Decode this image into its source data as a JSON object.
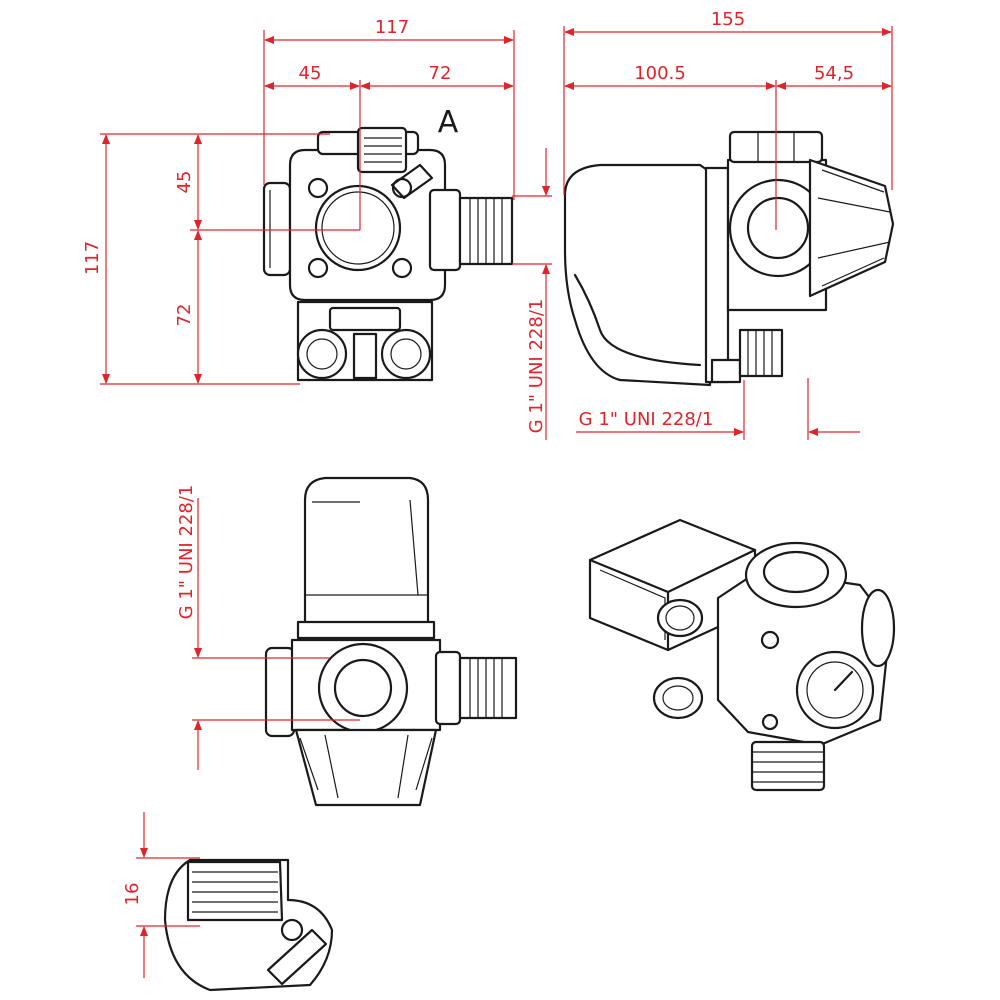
{
  "dimensions": {
    "top_width": "117",
    "top_left": "45",
    "top_right": "72",
    "side_width": "155",
    "side_left": "100.5",
    "side_right": "54,5",
    "left_height": "117",
    "left_upper": "45",
    "left_lower": "72",
    "detail_height": "16"
  },
  "thread_labels": {
    "vertical_right": "G 1\" UNI 228/1",
    "horizontal": "G 1\" UNI 228/1",
    "vertical_front": "G 1\" UNI 228/1"
  },
  "detail_label": "A",
  "colors": {
    "dimension": "#e0242b",
    "outline": "#1a1a1a"
  }
}
